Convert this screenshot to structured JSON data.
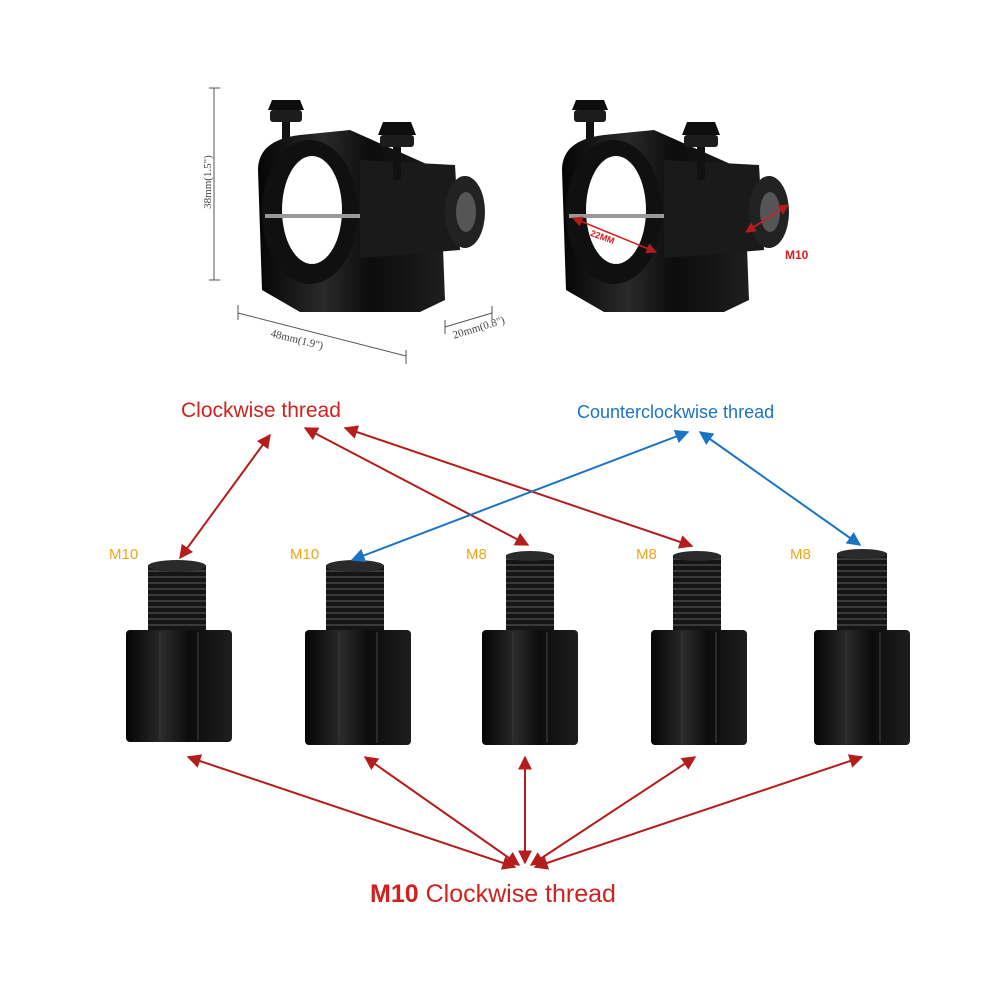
{
  "dimensions": {
    "height": "38mm(1.5\")",
    "width": "48mm(1.9\")",
    "depth": "20mm(0.8\")",
    "inner_diameter": "22MM",
    "thread_hole": "M10"
  },
  "labels": {
    "clockwise": "Clockwise thread",
    "counterclockwise": "Counterclockwise thread",
    "bottom_bold": "M10",
    "bottom_rest": " Clockwise thread"
  },
  "adapters": [
    {
      "size": "M10"
    },
    {
      "size": "M10"
    },
    {
      "size": "M8"
    },
    {
      "size": "M8"
    },
    {
      "size": "M8"
    }
  ],
  "colors": {
    "arrow_red": "#b51c1c",
    "arrow_blue": "#1a74c4",
    "text_red": "#d0201f",
    "text_orange": "#f1a51a",
    "metal": "#161616"
  }
}
